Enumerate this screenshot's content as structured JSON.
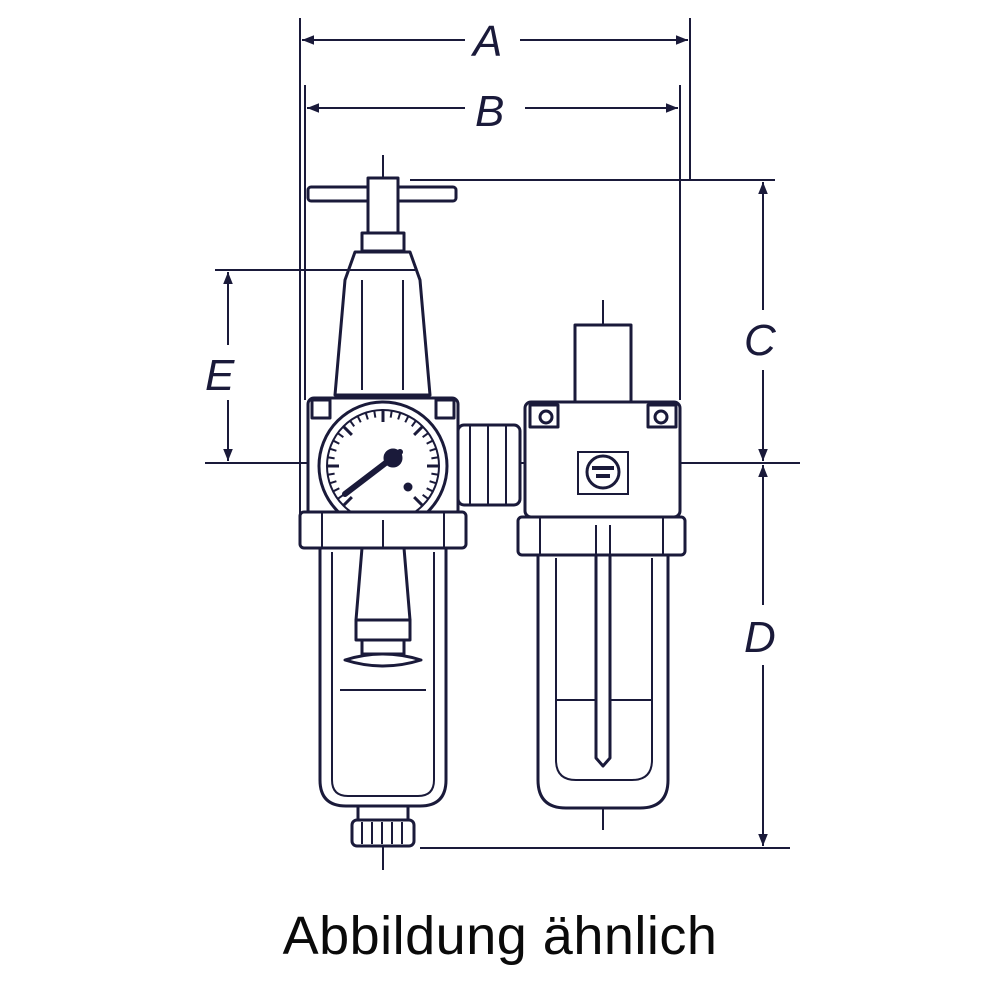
{
  "dimensions": {
    "a": "A",
    "b": "B",
    "c": "C",
    "d": "D",
    "e": "E"
  },
  "caption": "Abbildung ähnlich",
  "colors": {
    "ink": "#1a1a3a",
    "background": "#ffffff"
  }
}
